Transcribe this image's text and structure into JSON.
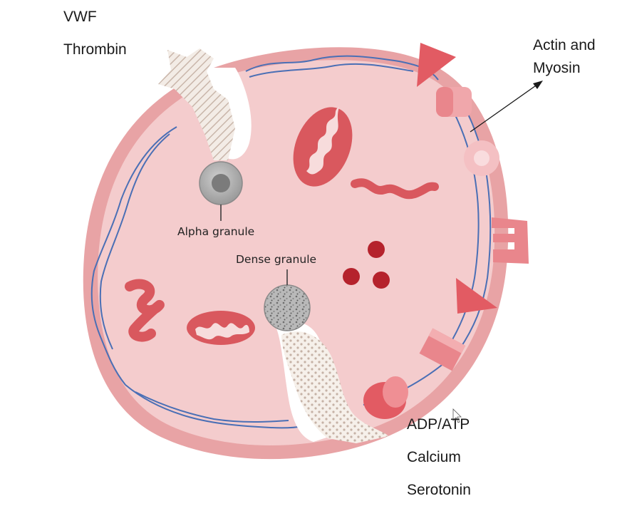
{
  "labels": {
    "vwf": "VWF",
    "thrombin": "Thrombin",
    "actin_line1": "Actin and",
    "actin_line2": "Myosin",
    "alpha_granule": "Alpha granule",
    "dense_granule": "Dense granule",
    "adp_atp": "ADP/ATP",
    "calcium": "Calcium",
    "serotonin": "Serotonin"
  },
  "colors": {
    "membrane": "#e8a3a5",
    "cytoplasm": "#f4cccd",
    "organelle": "#d9585e",
    "granule_dot": "#b5222c",
    "microtubule": "#4a6fb5",
    "receptor": "#e25b63"
  }
}
